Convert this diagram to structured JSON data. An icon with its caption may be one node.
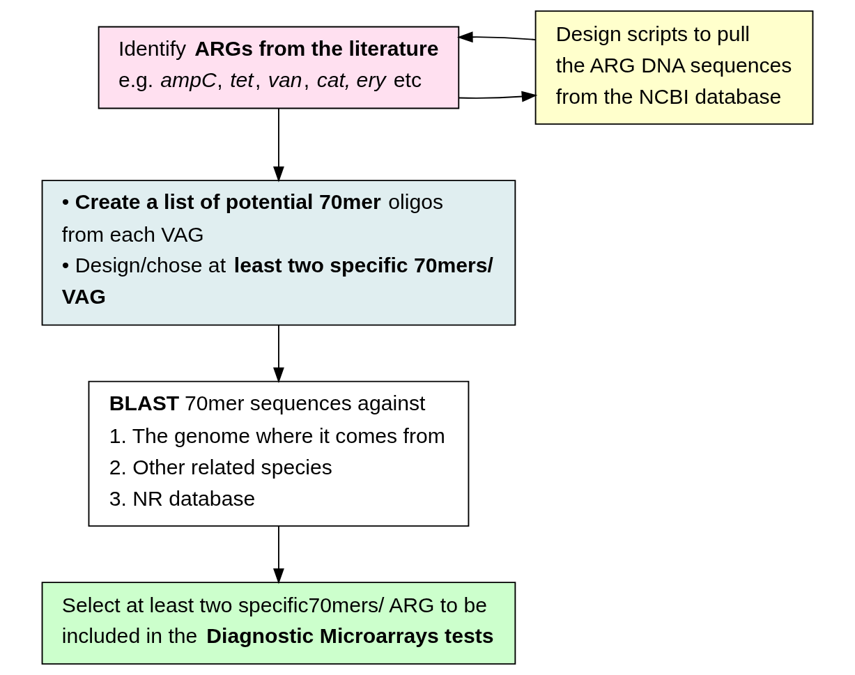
{
  "diagram": {
    "nodes": [
      {
        "text": [
          "Identify **ARGs from the literature**",
          "e.g. *ampC*, *tet*, *van*, *cat, ery* etc"
        ]
      },
      {
        "text": [
          "Design scripts to pull the ARG DNA sequences from the NCBI database"
        ]
      },
      {
        "text": [
          "• **Create a list of potential 70mer** oligos from each VAG",
          "• Design/chose at **least two specific 70mers/ VAG**"
        ]
      },
      {
        "text": [
          "**BLAST** 70mer sequences against",
          "1. The genome where it comes from",
          "2. Other related species",
          "3. NR database"
        ]
      },
      {
        "text": [
          "Select at least two specific70mers/ ARG to be included in the **Diagnostic Microarrays tests**"
        ]
      }
    ],
    "edges": [
      {
        "from": 0,
        "to": 1,
        "arrow": "to"
      },
      {
        "from": 1,
        "to": 0,
        "arrow": "to"
      },
      {
        "from": 0,
        "to": 2,
        "arrow": "to"
      },
      {
        "from": 2,
        "to": 3,
        "arrow": "to"
      },
      {
        "from": 3,
        "to": 4,
        "arrow": "to"
      }
    ]
  }
}
